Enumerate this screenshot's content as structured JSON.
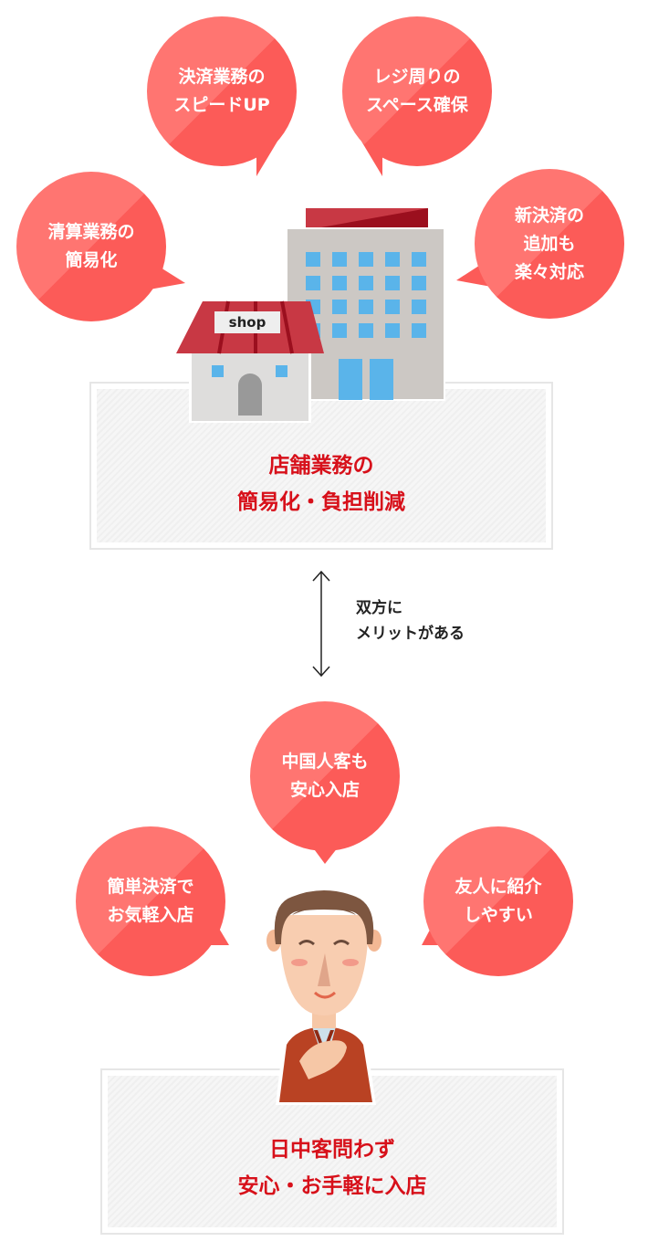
{
  "colors": {
    "bubble_light": "#ff7571",
    "bubble_dark": "#fc5b58",
    "accent_text": "#d7101a"
  },
  "top_bubbles": [
    {
      "lines": [
        "決済業務の",
        "スピードUP"
      ]
    },
    {
      "lines": [
        "レジ周りの",
        "スペース確保"
      ]
    },
    {
      "lines": [
        "清算業務の",
        "簡易化"
      ]
    },
    {
      "lines": [
        "新決済の",
        "追加も",
        "楽々対応"
      ]
    }
  ],
  "shop_sign": "shop",
  "store_box": {
    "lines": [
      "店舗業務の",
      "簡易化・負担削減"
    ]
  },
  "mutual": {
    "lines": [
      "双方に",
      "メリットがある"
    ]
  },
  "bottom_bubbles": [
    {
      "lines": [
        "中国人客も",
        "安心入店"
      ]
    },
    {
      "lines": [
        "簡単決済で",
        "お気軽入店"
      ]
    },
    {
      "lines": [
        "友人に紹介",
        "しやすい"
      ]
    }
  ],
  "customer_box": {
    "lines": [
      "日中客問わず",
      "安心・お手軽に入店"
    ]
  }
}
